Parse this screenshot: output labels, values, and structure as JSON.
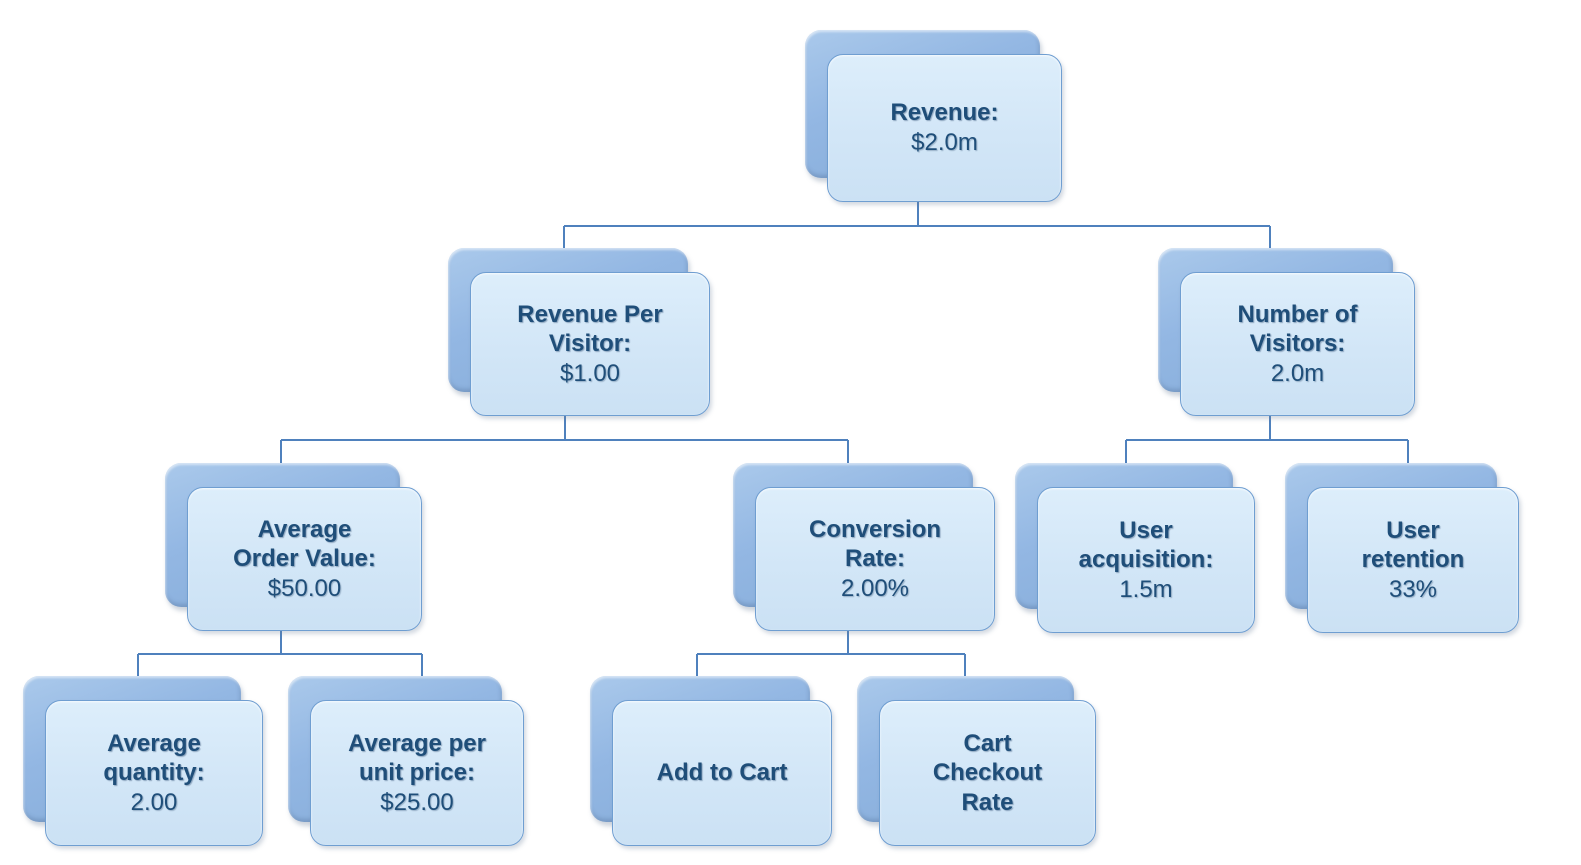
{
  "diagram": {
    "type": "tree",
    "background_color": "#ffffff",
    "card_fill_color": "#d5e8f8",
    "card_back_color": "#8fb4e0",
    "card_border_color": "#6f9ed1",
    "connector_color": "#4f81bd",
    "text_color": "#1f4e79",
    "nodes": [
      {
        "id": "revenue",
        "title": "Revenue:",
        "value": "$2.0m",
        "parent": null
      },
      {
        "id": "revenue-per-visitor",
        "title": "Revenue Per\nVisitor:",
        "value": "$1.00",
        "parent": "revenue"
      },
      {
        "id": "number-of-visitors",
        "title": "Number of\nVisitors:",
        "value": "2.0m",
        "parent": "revenue"
      },
      {
        "id": "average-order-value",
        "title": "Average\nOrder Value:",
        "value": "$50.00",
        "parent": "revenue-per-visitor"
      },
      {
        "id": "conversion-rate",
        "title": "Conversion\nRate:",
        "value": "2.00%",
        "parent": "revenue-per-visitor"
      },
      {
        "id": "user-acquisition",
        "title": "User\nacquisition:",
        "value": "1.5m",
        "parent": "number-of-visitors"
      },
      {
        "id": "user-retention",
        "title": "User\nretention",
        "value": "33%",
        "parent": "number-of-visitors"
      },
      {
        "id": "average-quantity",
        "title": "Average\nquantity:",
        "value": "2.00",
        "parent": "average-order-value"
      },
      {
        "id": "average-unit-price",
        "title": "Average per\nunit price:",
        "value": "$25.00",
        "parent": "average-order-value"
      },
      {
        "id": "add-to-cart",
        "title": "Add to Cart",
        "parent": "conversion-rate"
      },
      {
        "id": "cart-checkout-rate",
        "title": "Cart\nCheckout\nRate",
        "parent": "conversion-rate"
      }
    ]
  }
}
